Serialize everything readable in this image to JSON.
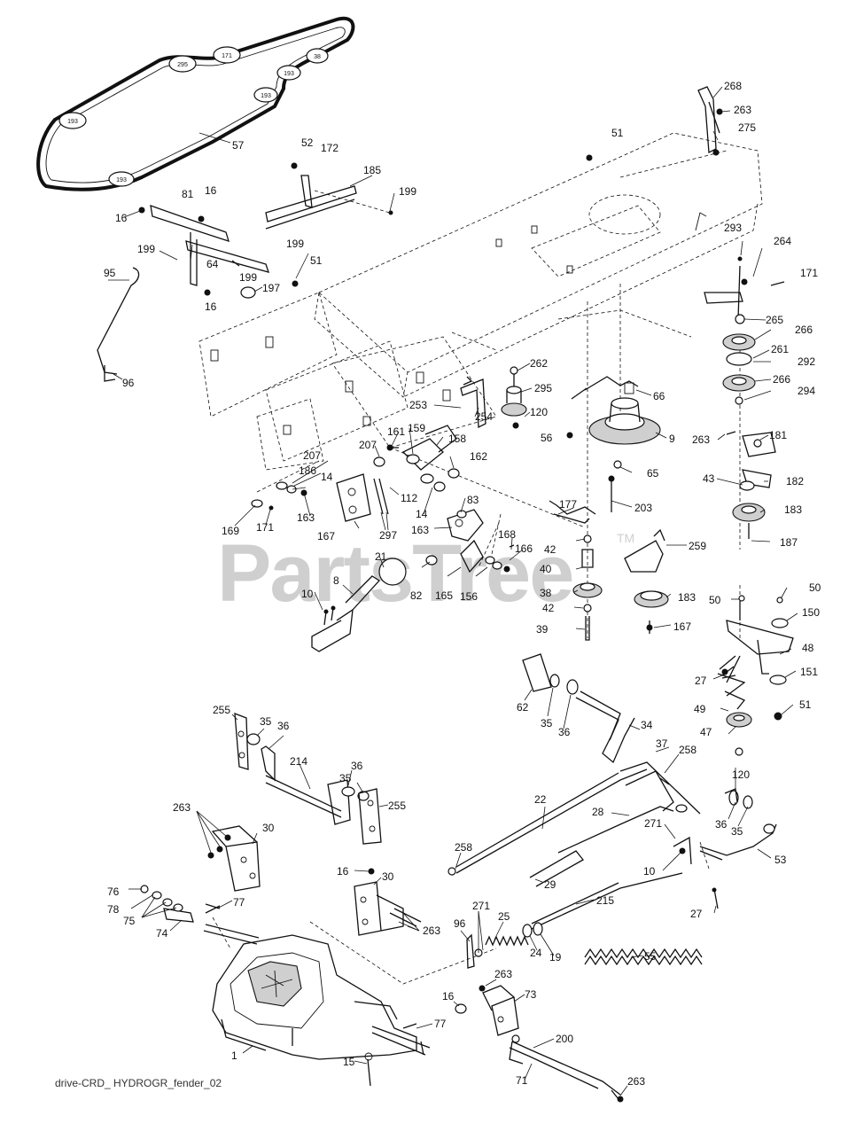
{
  "watermark": {
    "text": "PartsTree",
    "trademark": "TM"
  },
  "footer": {
    "diagram_code": "drive-CRD_  HYDROGR_fender_02"
  },
  "belt_pulley_labels": [
    "193",
    "295",
    "171",
    "38",
    "193",
    "193",
    "193"
  ],
  "callouts": {
    "c57": "57",
    "c52": "52",
    "c172": "172",
    "c185": "185",
    "c199a": "199",
    "c16a": "16",
    "c81": "81",
    "c16b": "16",
    "c199b": "199",
    "c199c": "199",
    "c51a": "51",
    "c64": "64",
    "c199d": "199",
    "c197": "197",
    "c16c": "16",
    "c95": "95",
    "c96a": "96",
    "c51b": "51",
    "c268": "268",
    "c263a": "263",
    "c275": "275",
    "c293": "293",
    "c264": "264",
    "c171a": "171",
    "c265": "265",
    "c266a": "266",
    "c261": "261",
    "c292": "292",
    "c266b": "266",
    "c294": "294",
    "c262": "262",
    "c295": "295",
    "c66": "66",
    "c253": "253",
    "c254": "254",
    "c120a": "120",
    "c56": "56",
    "c9": "9",
    "c263b": "263",
    "c181": "181",
    "c161": "161",
    "c159": "159",
    "c158": "158",
    "c207a": "207",
    "c207b": "207",
    "c186": "186",
    "c14a": "14",
    "c162": "162",
    "c65": "65",
    "c43": "43",
    "c182": "182",
    "c112": "112",
    "c14b": "14",
    "c83": "83",
    "c203": "203",
    "c183a": "183",
    "c169": "169",
    "c171b": "171",
    "c163a": "163",
    "c167a": "167",
    "c297": "297",
    "c163b": "163",
    "c177": "177",
    "c187": "187",
    "c168": "168",
    "c166": "166",
    "c42a": "42",
    "c21": "21",
    "c8": "8",
    "c82": "82",
    "c165": "165",
    "c156": "156",
    "c40": "40",
    "c259": "259",
    "c38": "38",
    "c183b": "183",
    "c50a": "50",
    "c50b": "50",
    "c150": "150",
    "c10a": "10",
    "c42b": "42",
    "c39": "39",
    "c167b": "167",
    "c48": "48",
    "c27a": "27",
    "c151": "151",
    "c62": "62",
    "c35a": "35",
    "c36a": "36",
    "c49": "49",
    "c51c": "51",
    "c47": "47",
    "c255a": "255",
    "c35b": "35",
    "c36b": "36",
    "c34": "34",
    "c37": "37",
    "c258a": "258",
    "c214": "214",
    "c120b": "120",
    "c36c": "36",
    "c35c": "35",
    "c22": "22",
    "c28": "28",
    "c36d": "36",
    "c35d": "35",
    "c263c": "263",
    "c30a": "30",
    "c255b": "255",
    "c271a": "271",
    "c258b": "258",
    "c53": "53",
    "c10b": "10",
    "c29": "29",
    "c16d": "16",
    "c30b": "30",
    "c76": "76",
    "c77a": "77",
    "c78": "78",
    "c75": "75",
    "c215": "215",
    "c27b": "27",
    "c74": "74",
    "c263d": "263",
    "c271b": "271",
    "c25": "25",
    "c96b": "96",
    "c24": "24",
    "c19": "19",
    "c55": "55",
    "c263e": "263",
    "c73": "73",
    "c16e": "16",
    "c77b": "77",
    "c1": "1",
    "c200": "200",
    "c15": "15",
    "c71": "71",
    "c263f": "263"
  }
}
